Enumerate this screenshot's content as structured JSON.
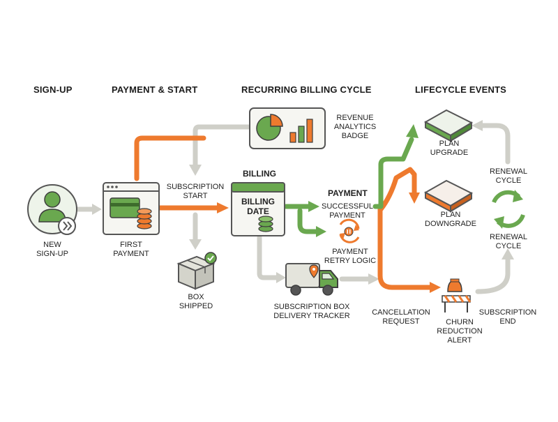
{
  "headers": {
    "signup": "SIGN-UP",
    "payment_start": "PAYMENT & START",
    "recurring": "RECURRING BILLING CYCLE",
    "lifecycle": "LIFECYCLE EVENTS"
  },
  "nodes": {
    "new_signup": "NEW\nSIGN-UP",
    "first_payment": "FIRST\nPAYMENT",
    "subscription_start": "SUBSCRIPTION\nSTART",
    "box_shipped": "BOX\nSHIPPED",
    "revenue_badge": "REVENUE\nANALYTICS\nBADGE",
    "billing": "BILLING",
    "billing_date": "BILLING\nDATE",
    "delivery_tracker": "SUBSCRIPTION BOX\nDELIVERY TRACKER",
    "payment": "PAYMENT",
    "successful_payment": "SUCCESSFUL\nPAYMENT",
    "retry_logic": "PAYMENT\nRETRY LOGIC",
    "cancellation_request": "CANCELLATION\nREQUEST",
    "plan_upgrade": "PLAN\nUPGRADE",
    "plan_downgrade": "PLAN\nDOWNGRADE",
    "renewal_cycle_top": "RENEWAL\nCYCLE",
    "renewal_cycle_bottom": "RENEWAL\nCYCLE",
    "churn_alert": "CHURN\nREDUCTION\nALERT",
    "subscription_end": "SUBSCRIPTION\nEND"
  },
  "colors": {
    "orange": "#ee7a2e",
    "green": "#6aa84f",
    "green_light": "#a9d18e",
    "gray_arrow": "#c9c9c2",
    "outline": "#555555"
  }
}
